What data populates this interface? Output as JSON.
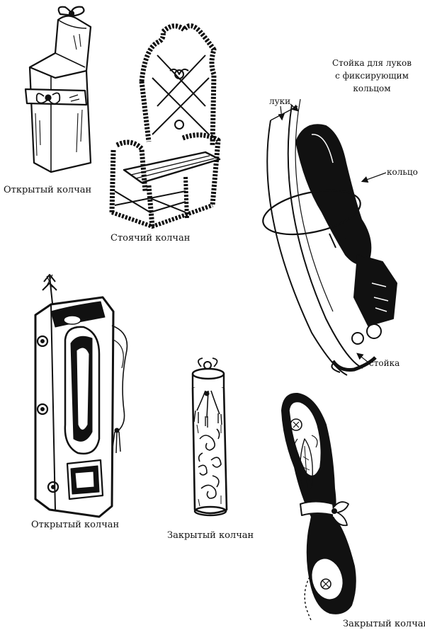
{
  "captions": {
    "open_quiver_top": "Открытый колчан",
    "standing_quiver": "Стоячий колчан",
    "bow_stand_title": [
      "Стойка для луков",
      "с фиксирующим",
      "кольцом"
    ],
    "bows_label": "луки",
    "ring_label": "кольцо",
    "stand_label": "стойка",
    "open_quiver_bottom": "Открытый колчан",
    "closed_quiver_middle": "Закрытый колчан",
    "closed_quiver_bottom": "Закрытый колчан"
  },
  "style": {
    "ink": "#111111",
    "paper": "#ffffff"
  }
}
